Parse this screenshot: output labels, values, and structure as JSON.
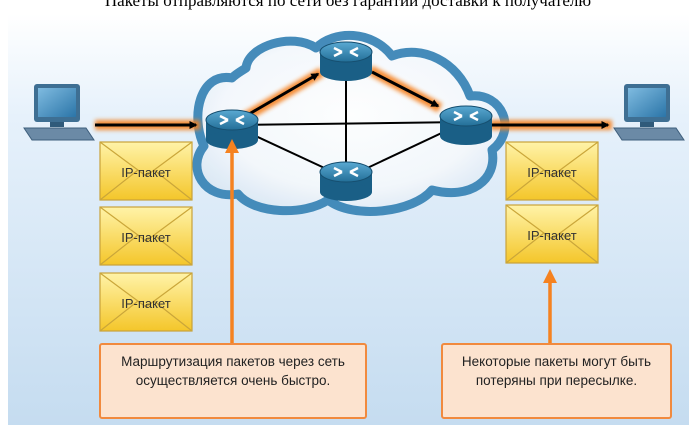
{
  "caption_top": "Пакеты отправляются по сети без гарантии доставки к получателю",
  "envelopes_left": [
    "IP-пакет",
    "IP-пакет",
    "IP-пакет"
  ],
  "envelopes_right": [
    "IP-пакет",
    "IP-пакет"
  ],
  "callout_left": "Маршрутизация пакетов через сеть осуществляется очень быстро.",
  "callout_right": "Некоторые пакеты могут быть потеряны при пересылке.",
  "colors": {
    "path_highlight": "#f58220",
    "callout_border": "#f18a3e",
    "callout_fill": "#fce3cf",
    "envelope_fill": "#f8d23a",
    "router": "#1e6e96"
  }
}
